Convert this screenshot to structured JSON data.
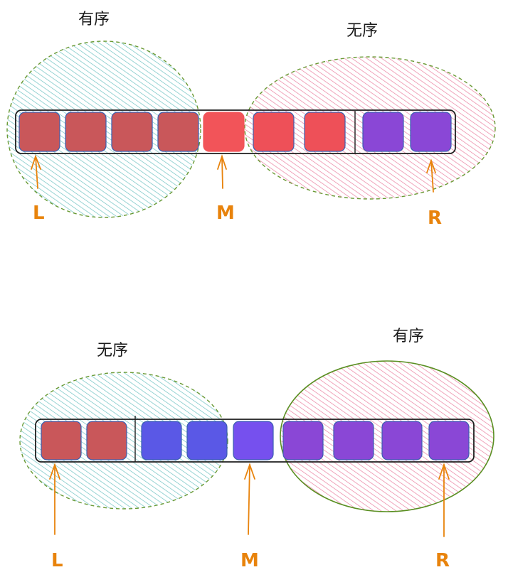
{
  "diagrams": [
    {
      "left_region_label": "有序",
      "right_region_label": "无序",
      "pointers": {
        "left": "L",
        "mid": "M",
        "right": "R"
      }
    },
    {
      "left_region_label": "无序",
      "right_region_label": "有序",
      "pointers": {
        "left": "L",
        "mid": "M",
        "right": "R"
      }
    }
  ],
  "colors": {
    "ordered_red": "#c9575a",
    "bright_red": "#f0535a",
    "blue": "#5a5ae8",
    "purple": "#7e4ad0",
    "pointer": "#e8830c",
    "teal_hatch": "#7fc9c9",
    "pink_hatch": "#e88aa6",
    "ellipse_border": "#6a9a35"
  }
}
